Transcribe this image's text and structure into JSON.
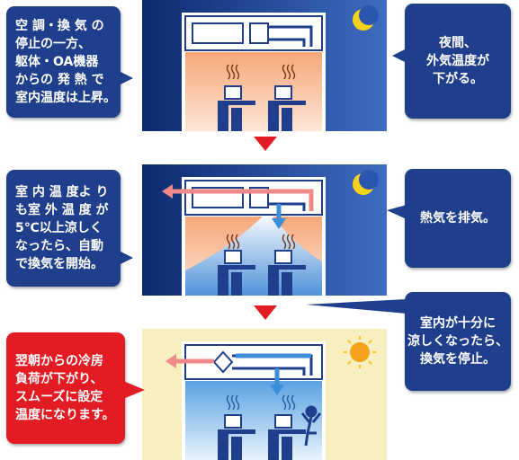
{
  "callouts": {
    "left_1": "空 調・換 気 の\n停止の一方、\n躯体・OA機器\nからの 発 熱 で\n室内温度は上昇。",
    "right_1": "夜間、\n外気温度が\n下がる。",
    "left_2": "室 内 温 度よ り\nも室 外 温 度 が\n5℃以上涼しく\nなったら、自動\nで換気を開始。",
    "right_2": "熱気を排気。",
    "right_3": "室内が十分に\n涼しくなったら、\n換気を停止。",
    "left_3": "翌朝からの冷房\n負荷が下がり、\nスムーズに設定\n温度になります。"
  },
  "colors": {
    "callout_blue": "#1f3f8c",
    "callout_red": "#e31b23",
    "flow_arrow": "#e31b23",
    "night_sky": "#0f2f7a",
    "day_sky": "#f8efc0",
    "warm_room": "#f6b98e",
    "cool_room": "#7fb8e8"
  }
}
